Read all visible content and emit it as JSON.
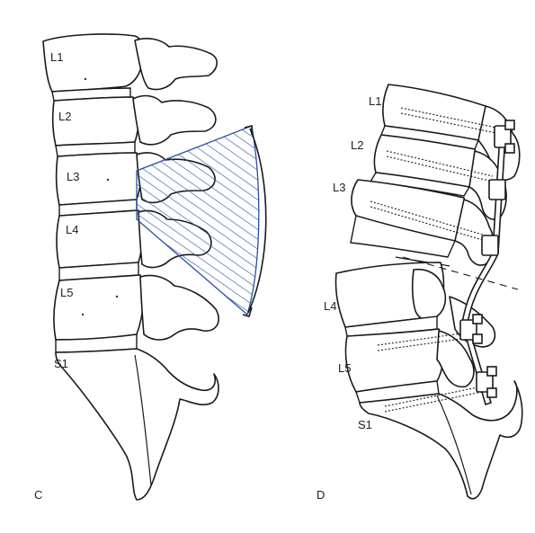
{
  "panel_c": {
    "label": "C",
    "vertebra_labels": [
      "L1",
      "L2",
      "L3",
      "L4",
      "L5",
      "S1"
    ]
  },
  "panel_d": {
    "label": "D",
    "vertebra_labels": [
      "L1",
      "L2",
      "L3",
      "L4",
      "L5",
      "S1"
    ]
  },
  "colors": {
    "line": "#1a1a1a",
    "hatch": "#2a4fa0"
  }
}
